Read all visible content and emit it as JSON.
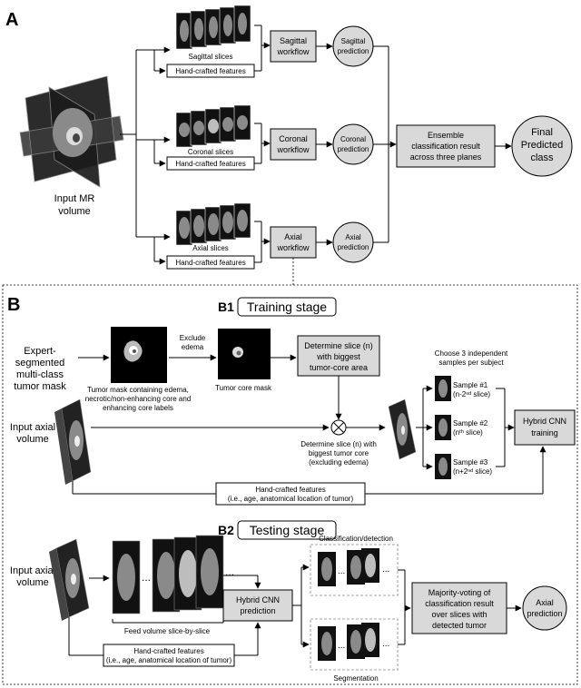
{
  "panel_a": {
    "letter": "A",
    "input_label_1": "Input MR",
    "input_label_2": "volume",
    "sagittal_slices_label": "Sagittal slices",
    "coronal_slices_label": "Coronal slices",
    "axial_slices_label": "Axial slices",
    "handcrafted_label": "Hand-crafted features",
    "sagittal_workflow_1": "Sagittal",
    "sagittal_workflow_2": "workflow",
    "coronal_workflow_1": "Coronal",
    "coronal_workflow_2": "workflow",
    "axial_workflow_1": "Axial",
    "axial_workflow_2": "workflow",
    "sagittal_pred_1": "Sagittal",
    "sagittal_pred_2": "prediction",
    "coronal_pred_1": "Coronal",
    "coronal_pred_2": "prediction",
    "axial_pred_1": "Axial",
    "axial_pred_2": "prediction",
    "ensemble_1": "Ensemble",
    "ensemble_2": "classification result",
    "ensemble_3": "across three planes",
    "final_1": "Final",
    "final_2": "Predicted",
    "final_3": "class"
  },
  "panel_b": {
    "letter": "B",
    "b1_tag": "B1",
    "b1_title": "Training stage",
    "expert_1": "Expert-",
    "expert_2": "segmented",
    "expert_3": "multi-class",
    "expert_4": "tumor mask",
    "mask_caption_1": "Tumor mask containing edema,",
    "mask_caption_2": "necrotic/non-enhancing core and",
    "mask_caption_3": "enhancing core labels",
    "exclude_1": "Exclude",
    "exclude_2": "edema",
    "core_mask_caption": "Tumor core mask",
    "determine_1": "Determine slice (n)",
    "determine_2": "with biggest",
    "determine_3": "tumor-core area",
    "choose_1": "Choose 3 independent",
    "choose_2": "samples per subject",
    "input_axial_1": "Input axial",
    "input_axial_2": "volume",
    "determine_small_1": "Determine slice (n) with",
    "determine_small_2": "biggest tumor core",
    "determine_small_3": "(excluding edema)",
    "sample1_1": "Sample #1",
    "sample1_2": "(n-2ⁿᵈ slice)",
    "sample2_1": "Sample #2",
    "sample2_2": "(nᵗʰ slice)",
    "sample3_1": "Sample #3",
    "sample3_2": "(n+2ⁿᵈ slice)",
    "hybrid_train_1": "Hybrid CNN",
    "hybrid_train_2": "training",
    "hc_train_1": "Hand-crafted features",
    "hc_train_2": "(i.e., age, anatomical location of tumor)",
    "b2_tag": "B2",
    "b2_title": "Testing stage",
    "input_axial_test_1": "Input axial",
    "input_axial_test_2": "volume",
    "feed_label": "Feed volume slice-by-slice",
    "hybrid_pred_1": "Hybrid CNN",
    "hybrid_pred_2": "prediction",
    "classification_label": "Classification/detection",
    "segmentation_label": "Segmentation",
    "majority_1": "Majority-voting of",
    "majority_2": "classification result",
    "majority_3": "over slices with",
    "majority_4": "detected tumor",
    "axial_pred_1": "Axial",
    "axial_pred_2": "prediction",
    "hc_test_1": "Hand-crafted features",
    "hc_test_2": "(i.e., age, anatomical location of tumor)",
    "ellipsis": "..."
  }
}
